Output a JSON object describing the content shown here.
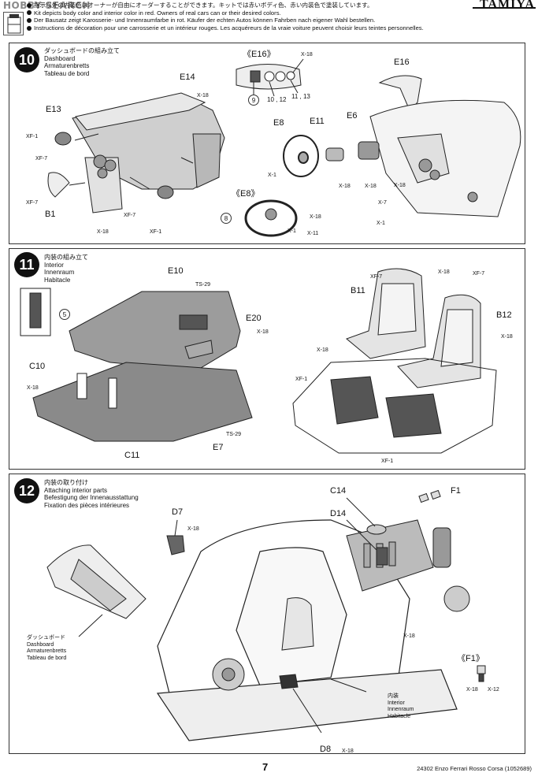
{
  "header": {
    "watermark": "HOBBY SEARCH",
    "brand": "TAMIYA",
    "notes": [
      "指示以外の内装色はオーナーが自由にオーダーすることができます。キットでは赤いボディ色、赤い内装色で塗装しています。",
      "Kit depicts body color and interior color in red. Owners of real cars can or their desired colors.",
      "Der Bausatz zeigt Karosserie- und Innenraumfarbe in rot. Käufer der echten Autos können Fahrben nach eigener Wahl bestellen.",
      "Instructions de décoration pour une carrosserie et un intérieur rouges. Les acquéreurs de la vraie voiture peuvent choisir leurs teintes personnelles."
    ]
  },
  "step10": {
    "number": "10",
    "title_lines": [
      "ダッシュボードの組み立て",
      "Dashboard",
      "Armaturenbretts",
      "Tableau de bord"
    ],
    "labels": {
      "E16_detail": "《E16》",
      "E8_detail": "《E8》",
      "E14": "E14",
      "E13": "E13",
      "B1": "B1",
      "E16": "E16",
      "E8": "E8",
      "E11": "E11",
      "E6": "E6"
    },
    "paint_codes": {
      "x18_a": "X-18",
      "xf1_a": "XF-1",
      "xf7_a": "XF-7",
      "xf7_b": "XF-7",
      "xf7_c": "XF-7",
      "x18_b": "X-18",
      "xf1_b": "XF-1",
      "x18_c": "X-18",
      "x18_d": "X-18",
      "x18_e": "X-18",
      "x18_f": "X-18",
      "x1_a": "X-1",
      "x7": "X-7",
      "x1_b": "X-1",
      "x1_c": "X-1",
      "x18_g": "X-18",
      "x11": "X-11"
    },
    "decal_refs": [
      "9",
      "10 , 12",
      "11 , 13"
    ],
    "circle_ref": "8"
  },
  "step11": {
    "number": "11",
    "title_lines": [
      "内装の組み立て",
      "Interior",
      "Innenraum",
      "Habitacle"
    ],
    "labels": {
      "E10": "E10",
      "E20": "E20",
      "C10": "C10",
      "C11": "C11",
      "E7": "E7",
      "B11": "B11",
      "B12": "B12"
    },
    "paint_codes": {
      "ts29_a": "TS-29",
      "x18_a": "X-18",
      "x18_b": "X-18",
      "ts29_b": "TS-29",
      "xf7_a": "XF-7",
      "x18_c": "X-18",
      "xf7_b": "XF-7",
      "x18_d": "X-18",
      "x18_e": "X-18",
      "xf1_a": "XF-1",
      "xf1_b": "XF-1"
    },
    "circle_ref": "5"
  },
  "step12": {
    "number": "12",
    "title_lines": [
      "内装の取り付け",
      "Attaching interior parts",
      "Befestigung der Innenausstattung",
      "Fixation des pièces intérieures"
    ],
    "labels": {
      "D7": "D7",
      "C14": "C14",
      "D14": "D14",
      "F1": "F1",
      "D8": "D8",
      "F1_detail": "《F1》"
    },
    "paint_codes": {
      "x18_a": "X-18",
      "x18_b": "X-18",
      "x18_c": "X-18",
      "x12": "X-12",
      "x18_d": "X-18"
    },
    "dashboard_note": [
      "ダッシュボード",
      "Dashboard",
      "Armaturenbretts",
      "Tableau de bord"
    ],
    "interior_note": [
      "内装",
      "Interior",
      "Innenraum",
      "Habitacle"
    ]
  },
  "footer": {
    "page": "7",
    "code": "24302  Enzo Ferrari Rosso Corsa (1052689)"
  }
}
